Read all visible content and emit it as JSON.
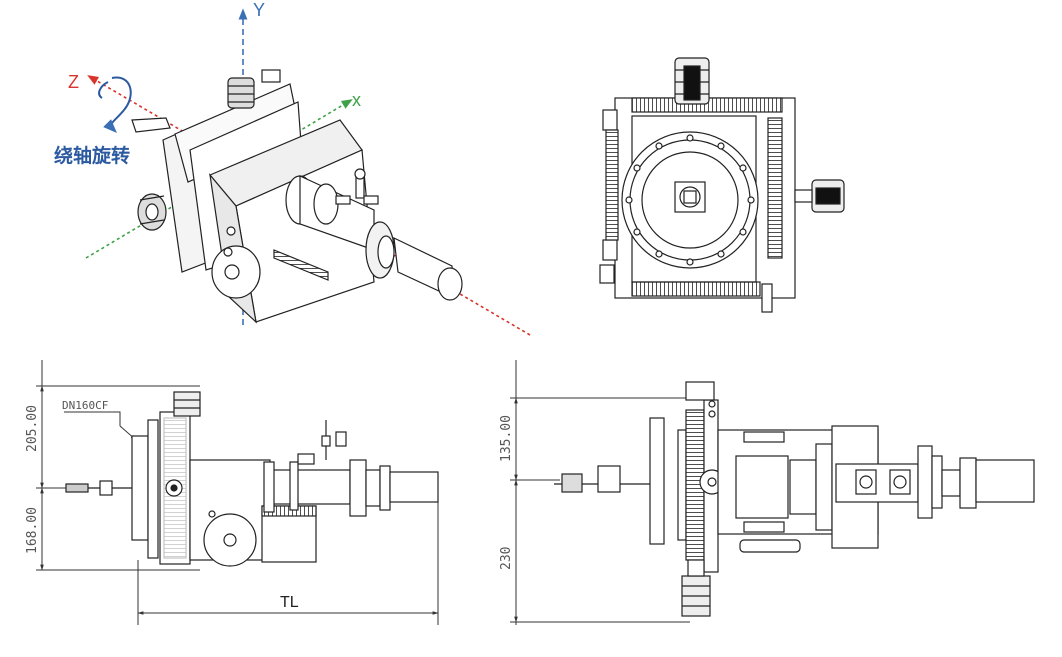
{
  "axes": {
    "y_label": "Y",
    "z_label": "Z",
    "x_label": "x",
    "rotation_label": "绕轴旋转",
    "colors": {
      "y": "#3a6fb5",
      "z": "#d9342b",
      "x": "#3fa24a",
      "rotation": "#2c5aa0"
    }
  },
  "side_view": {
    "flange_label": "DN160CF",
    "dim_upper": "205.00",
    "dim_lower": "168.00",
    "dim_length": "TL"
  },
  "top_view": {
    "dim_upper": "135.00",
    "dim_lower": "230"
  }
}
